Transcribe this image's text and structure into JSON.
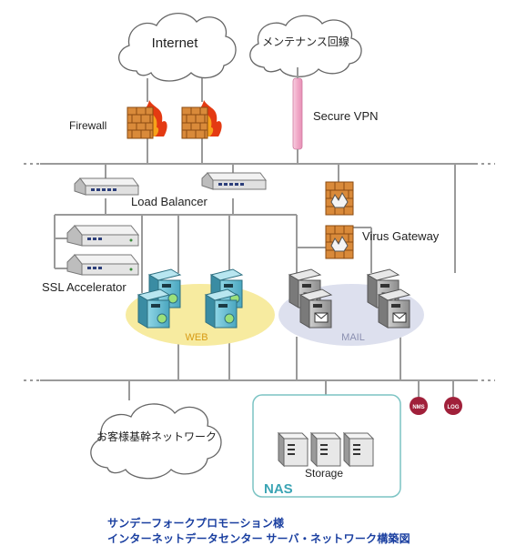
{
  "labels": {
    "internet": "Internet",
    "maintenance": "メンテナンス回線",
    "firewall": "Firewall",
    "secure_vpn": "Secure VPN",
    "load_balancer": "Load Balancer",
    "virus_gateway": "Virus Gateway",
    "ssl_accelerator": "SSL Accelerator",
    "web": "WEB",
    "mail": "MAIL",
    "customer_network": "お客様基幹ネットワーク",
    "storage": "Storage",
    "nas": "NAS",
    "nms": "NMS",
    "log": "LOG"
  },
  "caption": {
    "line1": "サンデーフォークプロモーション様",
    "line2": "インターネットデータセンター サーバ・ネットワーク構築図"
  },
  "colors": {
    "line": "#9a9a9a",
    "web_ellipse": "#f7eba0",
    "mail_ellipse": "#dde0ee",
    "nas_border": "#7cc4c4",
    "caption": "#1a3fa0",
    "badge": "#a0203a",
    "vpn_tube": "#f2b4d0"
  }
}
